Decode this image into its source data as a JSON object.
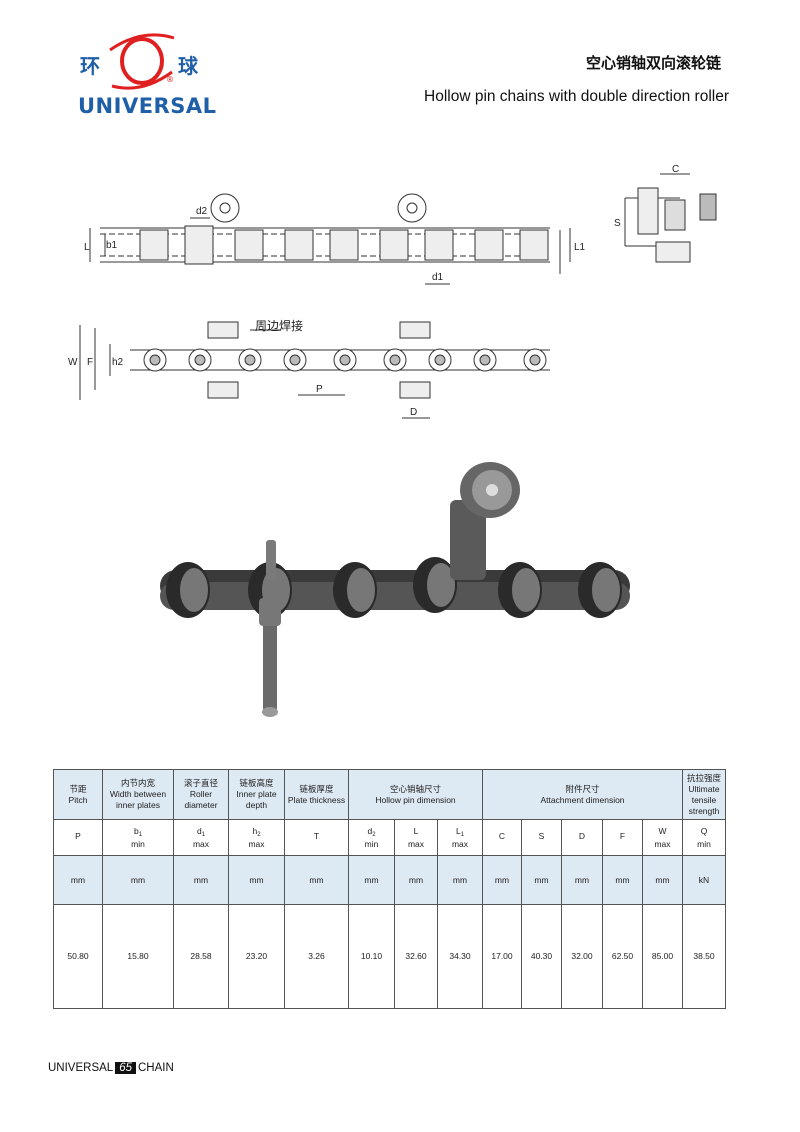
{
  "logo": {
    "cn_left": "环",
    "cn_right": "球",
    "brand": "UNIVERSAL",
    "reg": "®"
  },
  "title": {
    "cn": "空心销轴双向滚轮链",
    "en": "Hollow pin chains with double direction roller"
  },
  "drawing": {
    "labels": {
      "d2": "d2",
      "L": "L",
      "b1": "b1",
      "L1": "L1",
      "d1": "d1",
      "C": "C",
      "S": "S",
      "W": "W",
      "F": "F",
      "h2": "h2",
      "P": "P",
      "D": "D",
      "weld": "周边焊接"
    }
  },
  "table": {
    "headers": [
      {
        "cn": "节距",
        "en": "Pitch",
        "span": 1
      },
      {
        "cn": "内节内宽",
        "en": "Width between inner plates",
        "span": 1
      },
      {
        "cn": "滚子直径",
        "en": "Roller diameter",
        "span": 1
      },
      {
        "cn": "链板高度",
        "en": "Inner plate depth",
        "span": 1
      },
      {
        "cn": "链板厚度",
        "en": "Plate thickness",
        "span": 1
      },
      {
        "cn": "空心销轴尺寸",
        "en": "Hollow pin dimension",
        "span": 3
      },
      {
        "cn": "附件尺寸",
        "en": "Attachment dimension",
        "span": 5
      },
      {
        "cn": "抗拉强度",
        "en": "Ultimate tensile strength",
        "span": 1
      }
    ],
    "symbols": [
      {
        "sym": "P",
        "sub": "",
        "lim": ""
      },
      {
        "sym": "b",
        "sub": "1",
        "lim": "min"
      },
      {
        "sym": "d",
        "sub": "1",
        "lim": "max"
      },
      {
        "sym": "h",
        "sub": "2",
        "lim": "max"
      },
      {
        "sym": "T",
        "sub": "",
        "lim": ""
      },
      {
        "sym": "d",
        "sub": "2",
        "lim": "min"
      },
      {
        "sym": "L",
        "sub": "",
        "lim": "max"
      },
      {
        "sym": "L",
        "sub": "1",
        "lim": "max"
      },
      {
        "sym": "C",
        "sub": "",
        "lim": ""
      },
      {
        "sym": "S",
        "sub": "",
        "lim": ""
      },
      {
        "sym": "D",
        "sub": "",
        "lim": ""
      },
      {
        "sym": "F",
        "sub": "",
        "lim": ""
      },
      {
        "sym": "W",
        "sub": "",
        "lim": "max"
      },
      {
        "sym": "Q",
        "sub": "",
        "lim": "min"
      }
    ],
    "units": [
      "mm",
      "mm",
      "mm",
      "mm",
      "mm",
      "mm",
      "mm",
      "mm",
      "mm",
      "mm",
      "mm",
      "mm",
      "mm",
      "kN"
    ],
    "values": [
      "50.80",
      "15.80",
      "28.58",
      "23.20",
      "3.26",
      "10.10",
      "32.60",
      "34.30",
      "17.00",
      "40.30",
      "32.00",
      "62.50",
      "85.00",
      "38.50"
    ]
  },
  "footer": {
    "left": "UNIVERSAL",
    "page": "65",
    "right": "CHAIN"
  }
}
